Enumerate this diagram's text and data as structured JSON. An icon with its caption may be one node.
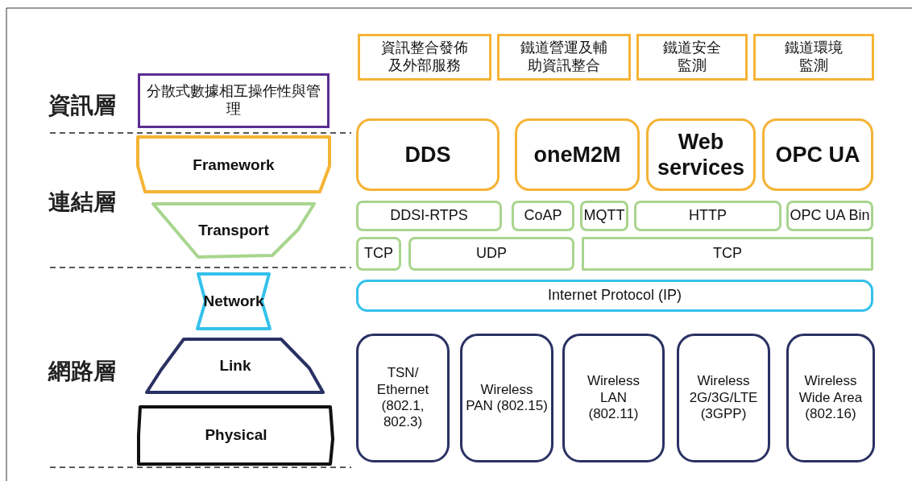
{
  "diagram": {
    "nodes": [
      {
        "text": [
          "資訊整合發佈及外部服務"
        ]
      },
      {
        "text": [
          "鐵道營運及輔助資訊整合"
        ]
      },
      {
        "text": [
          "鐵道安全監測"
        ]
      },
      {
        "text": [
          "鐵道環境監測"
        ]
      },
      {
        "text": [
          "分散式數據相互操作性與管理"
        ]
      },
      {
        "text": [
          "Framework"
        ]
      },
      {
        "text": [
          "DDS"
        ]
      },
      {
        "text": [
          "oneM2M"
        ]
      },
      {
        "text": [
          "Web services"
        ]
      },
      {
        "text": [
          "OPC UA"
        ]
      },
      {
        "text": [
          "Transport"
        ]
      },
      {
        "text": [
          "DDSI-RTPS"
        ]
      },
      {
        "text": [
          "CoAP"
        ]
      },
      {
        "text": [
          "MQTT"
        ]
      },
      {
        "text": [
          "HTTP"
        ]
      },
      {
        "text": [
          "OPC UA Bin"
        ]
      },
      {
        "text": [
          "TCP"
        ]
      },
      {
        "text": [
          "UDP"
        ]
      },
      {
        "text": [
          "TCP"
        ]
      },
      {
        "text": [
          "Network"
        ]
      },
      {
        "text": [
          "Internet Protocol (IP)"
        ]
      },
      {
        "text": [
          "Link"
        ]
      },
      {
        "text": [
          "Physical"
        ]
      },
      {
        "text": [
          "TSN/ Ethernet (802.1, 802.3)"
        ]
      },
      {
        "text": [
          "Wireless PAN (802.15)"
        ]
      },
      {
        "text": [
          "Wireless LAN (802.11)"
        ]
      },
      {
        "text": [
          "Wireless 2G/3G/LTE (3GPP)"
        ]
      },
      {
        "text": [
          "Wireless Wide Area (802.16)"
        ]
      }
    ],
    "edges": [],
    "labels": [
      "資訊層",
      "連結層",
      "網路層"
    ]
  }
}
